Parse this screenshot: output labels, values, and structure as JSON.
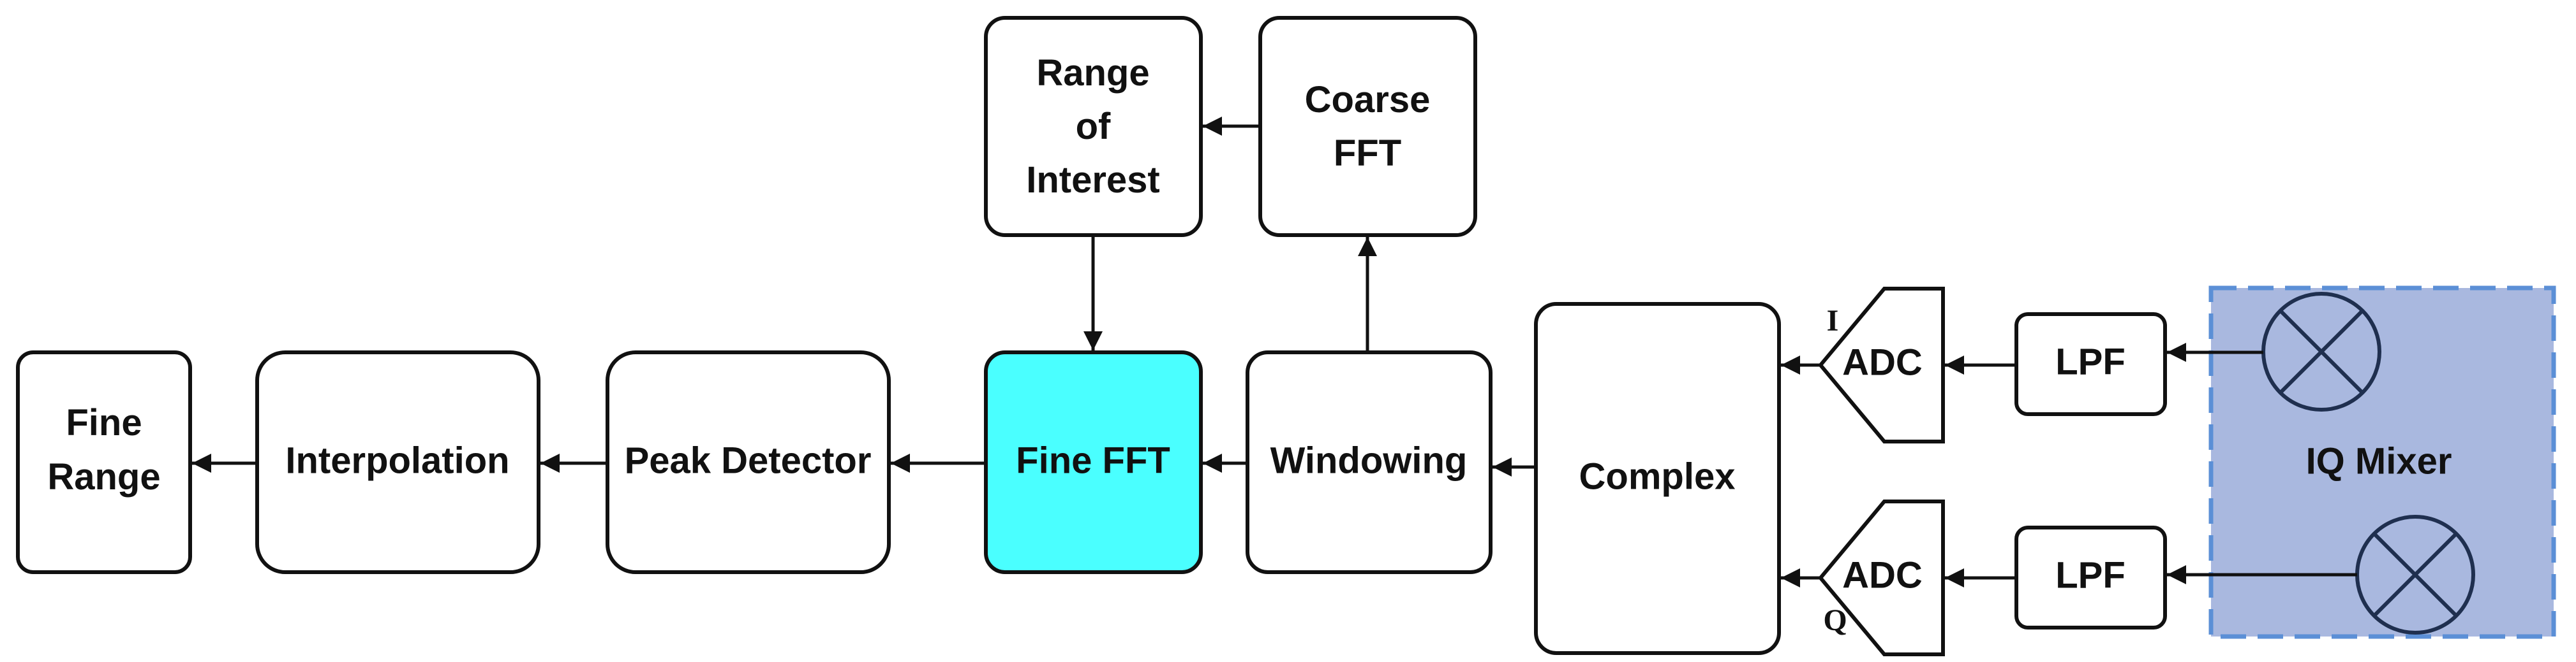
{
  "colors": {
    "stroke": "#111111",
    "fine_fft_fill": "#4affff",
    "iq_mixer_fill": "#a9b8df",
    "iq_mixer_border": "#5b8fd6"
  },
  "blocks": {
    "fine_range": [
      "Fine",
      "Range"
    ],
    "interpolation": [
      "Interpolation"
    ],
    "peak_detector": [
      "Peak Detector"
    ],
    "fine_fft": [
      "Fine FFT"
    ],
    "windowing": [
      "Windowing"
    ],
    "range_of_interest": [
      "Range",
      "of",
      "Interest"
    ],
    "coarse_fft": [
      "Coarse",
      "FFT"
    ],
    "complex": [
      "Complex"
    ],
    "adc_i": [
      "ADC"
    ],
    "adc_q": [
      "ADC"
    ],
    "lpf_top": [
      "LPF"
    ],
    "lpf_bottom": [
      "LPF"
    ],
    "iq_mixer": [
      "IQ Mixer"
    ]
  },
  "channel_labels": {
    "i": "I",
    "q": "Q"
  },
  "icons": {
    "mixer_top": "mixer-multiply-icon",
    "mixer_bottom": "mixer-multiply-icon"
  }
}
